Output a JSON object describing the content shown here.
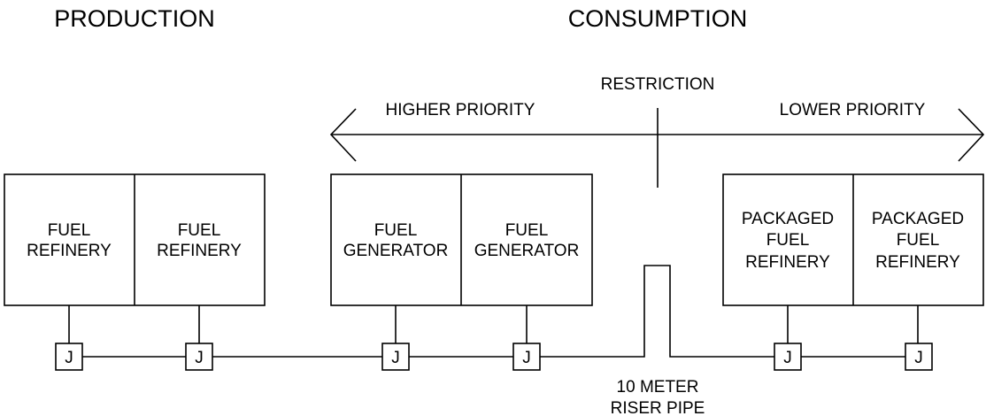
{
  "headings": {
    "production": "PRODUCTION",
    "consumption": "CONSUMPTION"
  },
  "priority_axis": {
    "left_label": "HIGHER PRIORITY",
    "right_label": "LOWER PRIORITY",
    "marker_label": "RESTRICTION"
  },
  "units": [
    {
      "lines": [
        "FUEL",
        "REFINERY"
      ],
      "group": "production"
    },
    {
      "lines": [
        "FUEL",
        "REFINERY"
      ],
      "group": "production"
    },
    {
      "lines": [
        "FUEL",
        "GENERATOR"
      ],
      "group": "consumption"
    },
    {
      "lines": [
        "FUEL",
        "GENERATOR"
      ],
      "group": "consumption"
    },
    {
      "lines": [
        "PACKAGED",
        "FUEL",
        "REFINERY"
      ],
      "group": "consumption"
    },
    {
      "lines": [
        "PACKAGED",
        "FUEL",
        "REFINERY"
      ],
      "group": "consumption"
    }
  ],
  "junction_label": "J",
  "riser": {
    "lines": [
      "10 METER",
      "RISER PIPE"
    ]
  }
}
